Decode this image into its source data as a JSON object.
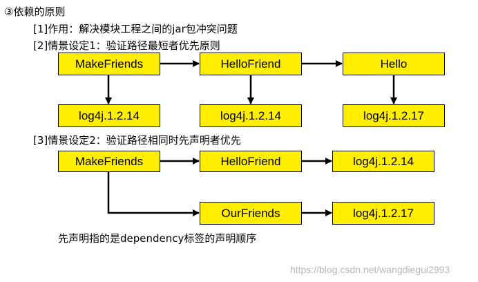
{
  "heading": "③依赖的原则",
  "line1": "[1]作用：解决模块工程之间的jar包冲突问题",
  "line2": "[2]情景设定1：验证路径最短者优先原则",
  "scenario1": {
    "row1": [
      "MakeFriends",
      "HelloFriend",
      "Hello"
    ],
    "row2": [
      "log4j.1.2.14",
      "log4j.1.2.14",
      "log4j.1.2.17"
    ]
  },
  "line3": "[3]情景设定2：验证路径相同时先声明者优先",
  "scenario2": {
    "make": "MakeFriends",
    "hello_friend": "HelloFriend",
    "log_top": "log4j.1.2.14",
    "our_friends": "OurFriends",
    "log_bottom": "log4j.1.2.17"
  },
  "note": "先声明指的是dependency标签的声明顺序",
  "watermark": "https://blog.csdn.net/wangdiegui2993",
  "colors": {
    "box_fill": "#ffee00",
    "box_border": "#000000"
  }
}
